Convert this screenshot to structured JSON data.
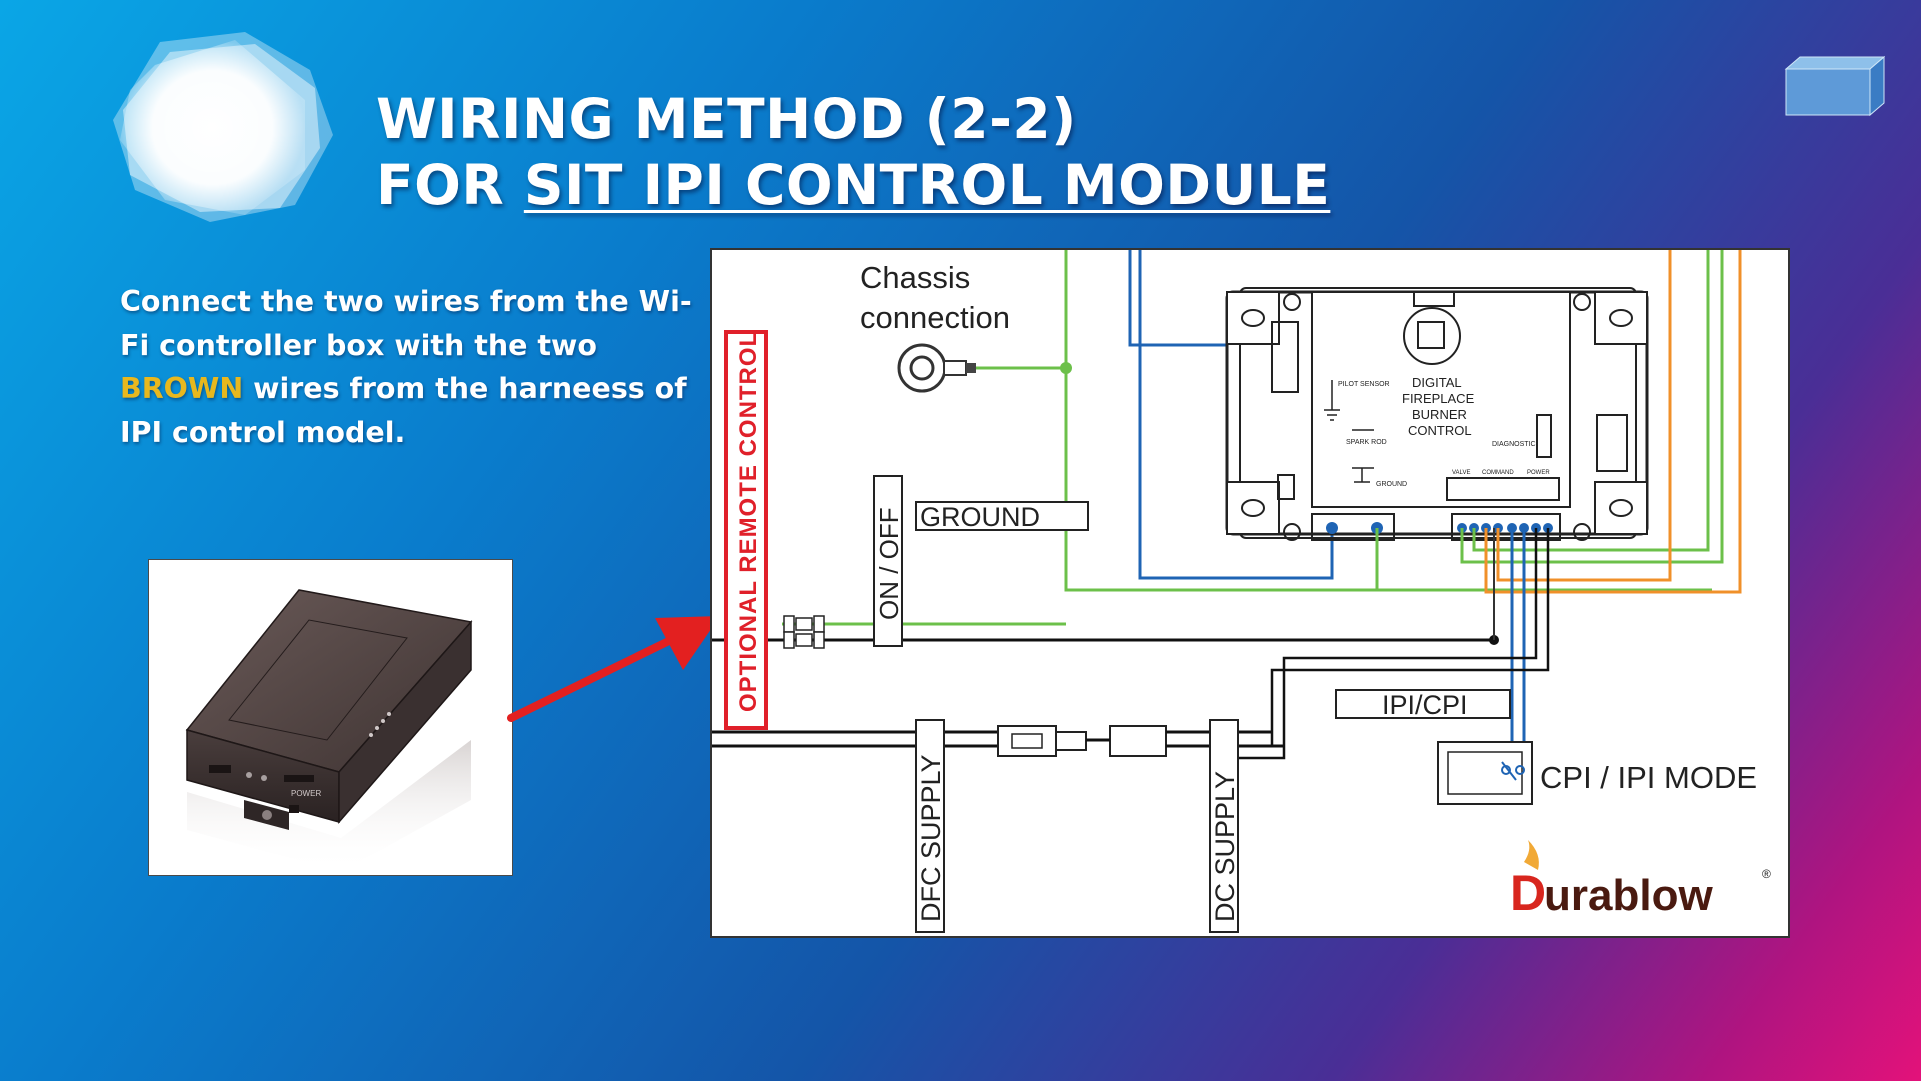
{
  "slide": {
    "title_line1": "WIRING METHOD (2-2)",
    "title_line2_prefix": "FOR ",
    "title_line2_underlined": "SIT IPI CONTROL MODULE",
    "description": {
      "part1": "Connect the two wires from the Wi-Fi controller box with the two ",
      "highlight": "BROWN",
      "part2": " wires from the harneess of IPI control model."
    },
    "colors": {
      "highlight": "#e8b81e",
      "arrow": "#e32020",
      "wire_green": "#6cc04a",
      "wire_blue": "#1f64b4",
      "wire_orange": "#f0902a",
      "remote_frame": "#e0202a"
    }
  },
  "diagram": {
    "chassis_line1": "Chassis",
    "chassis_line2": "connection",
    "optional_remote": "OPTIONAL REMOTE CONTROL",
    "on_off": "ON / OFF",
    "ground": "GROUND",
    "ipi_cpi": "IPI/CPI",
    "cpi_ipi_mode": "CPI / IPI MODE",
    "dfc_supply": "DFC SUPPLY",
    "dc_supply": "DC SUPPLY",
    "board": {
      "line1": "DIGITAL",
      "line2": "FIREPLACE",
      "line3": "BURNER",
      "line4": "CONTROL",
      "pilot_sensor": "PILOT SENSOR",
      "spark_rod": "SPARK ROD",
      "ground_small": "GROUND",
      "diagnostic": "DIAGNOSTIC",
      "valve": "VALVE",
      "command": "COMMAND",
      "power": "POWER"
    },
    "brand": "urablow",
    "brand_mark": "D",
    "registered": "®"
  },
  "device": {
    "power_label": "POWER"
  }
}
